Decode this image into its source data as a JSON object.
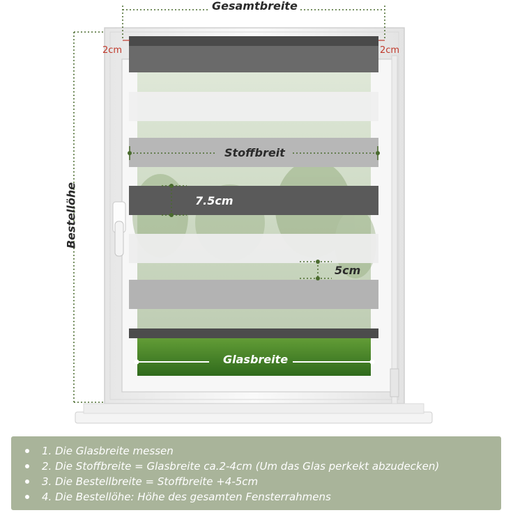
{
  "labels": {
    "gesamtbreite": "Gesamtbreite",
    "left_margin": "2cm",
    "right_margin": "2cm",
    "stoffbreit": "Stoffbreit",
    "height_stripe": "7.5cm",
    "gap": "5cm",
    "glasbreite": "Glasbreite",
    "bestellhoehe": "Bestellöhe"
  },
  "instructions": [
    "1. Die Glasbreite messen",
    "2. Die Stoffbreite = Glasbreite ca.2-4cm (Um das Glas perkekt abzudecken)",
    "3. Die Bestellbreite = Stoffbreite +4-5cm",
    "4. Die Bestellöhe: Höhe des gesamten Fensterrahmens"
  ],
  "colors": {
    "frame": "#f2f2f2",
    "dark_stripe": "#5e5e5e",
    "light_stripe": "#eeeeee",
    "mid_stripe": "#b5b5b5",
    "measure_green": "#4a6b2e",
    "panel": "#a9b49a"
  }
}
